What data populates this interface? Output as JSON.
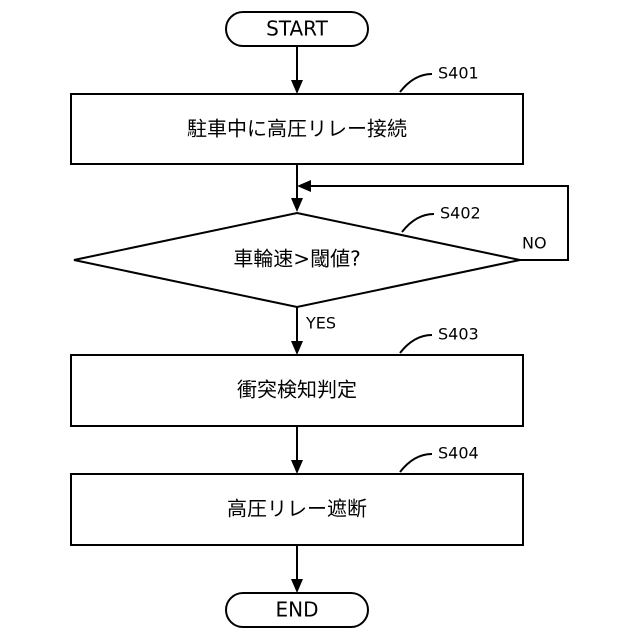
{
  "flowchart": {
    "start_label": "START",
    "end_label": "END",
    "steps": [
      {
        "id": "S401",
        "label": "駐車中に高圧リレー接続"
      },
      {
        "id": "S402",
        "label": "車輪速>閾値?"
      },
      {
        "id": "S403",
        "label": "衝突検知判定"
      },
      {
        "id": "S404",
        "label": "高圧リレー遮断"
      }
    ],
    "branches": {
      "yes": "YES",
      "no": "NO"
    }
  }
}
